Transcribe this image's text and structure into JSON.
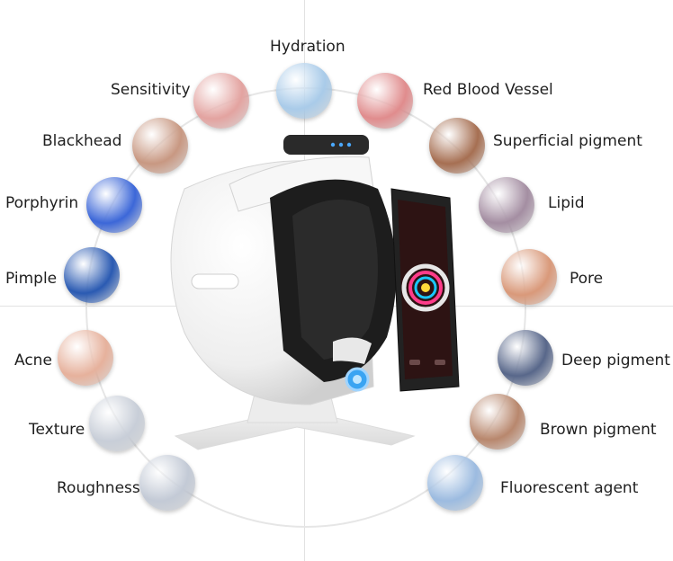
{
  "features": [
    {
      "id": "hydration",
      "label": "Hydration",
      "color": "#a9cbe9",
      "icon": "water-drops-swatch"
    },
    {
      "id": "sensitivity",
      "label": "Sensitivity",
      "color": "#e3a3a0",
      "icon": "red-skin-swatch"
    },
    {
      "id": "red-blood-vessel",
      "label": "Red Blood Vessel",
      "color": "#e08c8d",
      "icon": "vessel-swatch"
    },
    {
      "id": "blackhead",
      "label": "Blackhead",
      "color": "#c89882",
      "icon": "nose-swatch"
    },
    {
      "id": "superficial-pigment",
      "label": "Superficial pigment",
      "color": "#a66f52",
      "icon": "pigment-swatch"
    },
    {
      "id": "porphyrin",
      "label": "Porphyrin",
      "color": "#3c67d8",
      "icon": "uv-blue-swatch"
    },
    {
      "id": "lipid",
      "label": "Lipid",
      "color": "#a48ea2",
      "icon": "lipid-swatch"
    },
    {
      "id": "pimple",
      "label": "Pimple",
      "color": "#2a5ab2",
      "icon": "uv-pimple-swatch"
    },
    {
      "id": "pore",
      "label": "Pore",
      "color": "#d9997a",
      "icon": "pore-swatch"
    },
    {
      "id": "acne",
      "label": "Acne",
      "color": "#e6b19c",
      "icon": "acne-swatch"
    },
    {
      "id": "deep-pigment",
      "label": "Deep pigment",
      "color": "#58678a",
      "icon": "deep-pigment-swatch"
    },
    {
      "id": "texture",
      "label": "Texture",
      "color": "#c8ced8",
      "icon": "texture-swatch"
    },
    {
      "id": "brown-pigment",
      "label": "Brown pigment",
      "color": "#b8876d",
      "icon": "brown-pigment-swatch"
    },
    {
      "id": "roughness",
      "label": "Roughness",
      "color": "#c3cad6",
      "icon": "roughness-swatch"
    },
    {
      "id": "fluorescent-agent",
      "label": "Fluorescent agent",
      "color": "#9cbbe0",
      "icon": "fluorescent-swatch"
    }
  ],
  "device": {
    "icon": "skin-analyzer-machine",
    "body_color": "#f3f3f3",
    "screen_color": "#1a1a1a",
    "button_color": "#3aa4f2"
  }
}
